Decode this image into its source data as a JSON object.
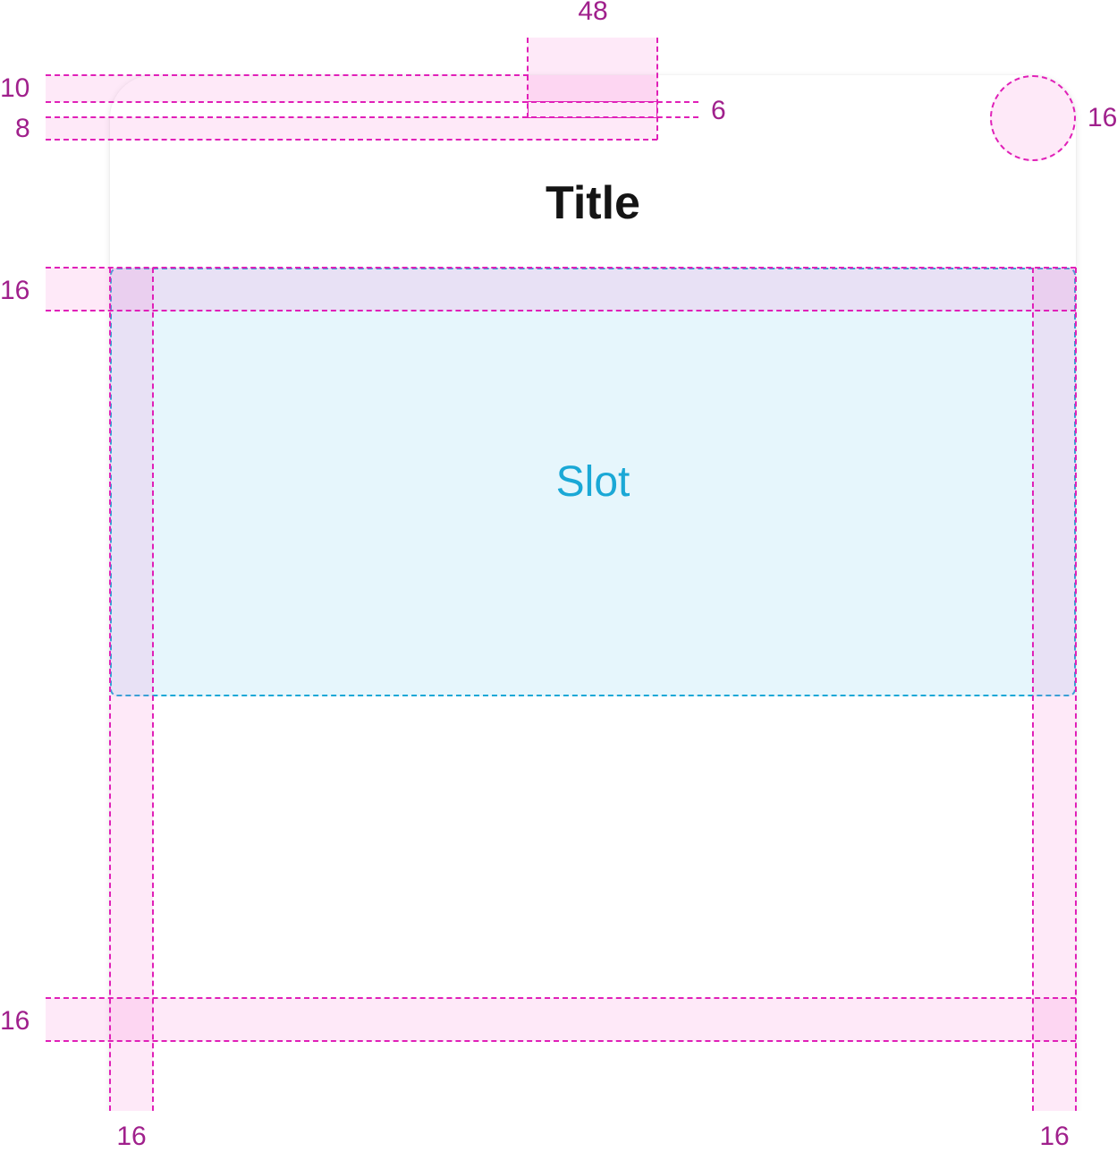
{
  "sheet": {
    "title": "Title",
    "slot_label": "Slot"
  },
  "measurements": {
    "drag_handle_width": "48",
    "drag_handle_top_padding": "10",
    "drag_handle_height": "6",
    "drag_handle_bottom_padding": "8",
    "corner_radius": "16",
    "content_top_padding": "16",
    "content_bottom_padding": "16",
    "left_padding": "16",
    "right_padding": "16"
  },
  "colors": {
    "title_text": "#141414",
    "slot_text": "#1aa8d6",
    "slot_fill": "#e6f6fc",
    "annotation_line": "#e020b8",
    "annotation_text": "#a0208c",
    "annotation_fill": "#fbe6f7"
  }
}
